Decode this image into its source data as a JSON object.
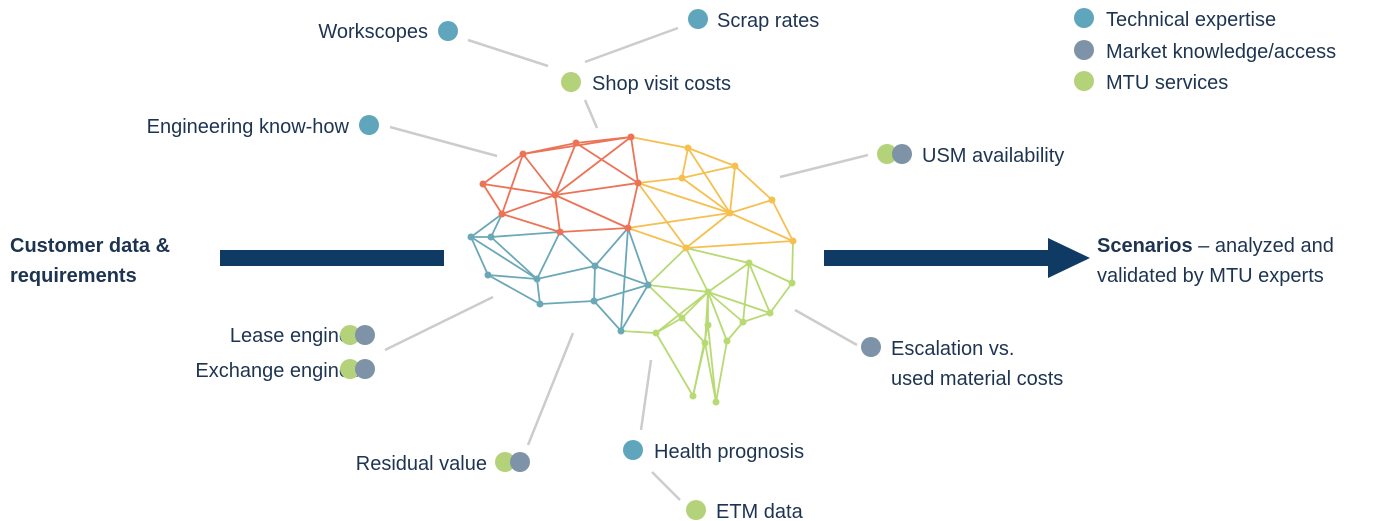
{
  "colors": {
    "technical": "#5fa6bc",
    "market": "#7e93a7",
    "mtu": "#b4d27a",
    "brain_red": "#ec7356",
    "brain_yellow": "#f6c050",
    "brain_blue": "#6aa8b8",
    "brain_green": "#b7da72",
    "arrow": "#0e3a64",
    "leader": "#cccccc",
    "text": "#1d3451"
  },
  "legend": [
    {
      "label": "Technical expertise",
      "category": "technical"
    },
    {
      "label": "Market knowledge/access",
      "category": "market"
    },
    {
      "label": "MTU services",
      "category": "mtu"
    }
  ],
  "input": {
    "line1": "Customer data &",
    "line2": "requirements"
  },
  "output": {
    "bold": "Scenarios",
    "rest": " – analyzed and",
    "line2": "validated by MTU experts"
  },
  "labels": {
    "workscopes": "Workscopes",
    "scrap_rates": "Scrap rates",
    "shop_visit_costs": "Shop visit costs",
    "engineering_knowhow": "Engineering know-how",
    "usm_availability": "USM availability",
    "lease_engines": "Lease engines",
    "exchange_engines": "Exchange engines",
    "escalation_line1": "Escalation vs.",
    "escalation_line2": "used material costs",
    "residual_value": "Residual value",
    "health_prognosis": "Health prognosis",
    "etm_data": "ETM data"
  }
}
